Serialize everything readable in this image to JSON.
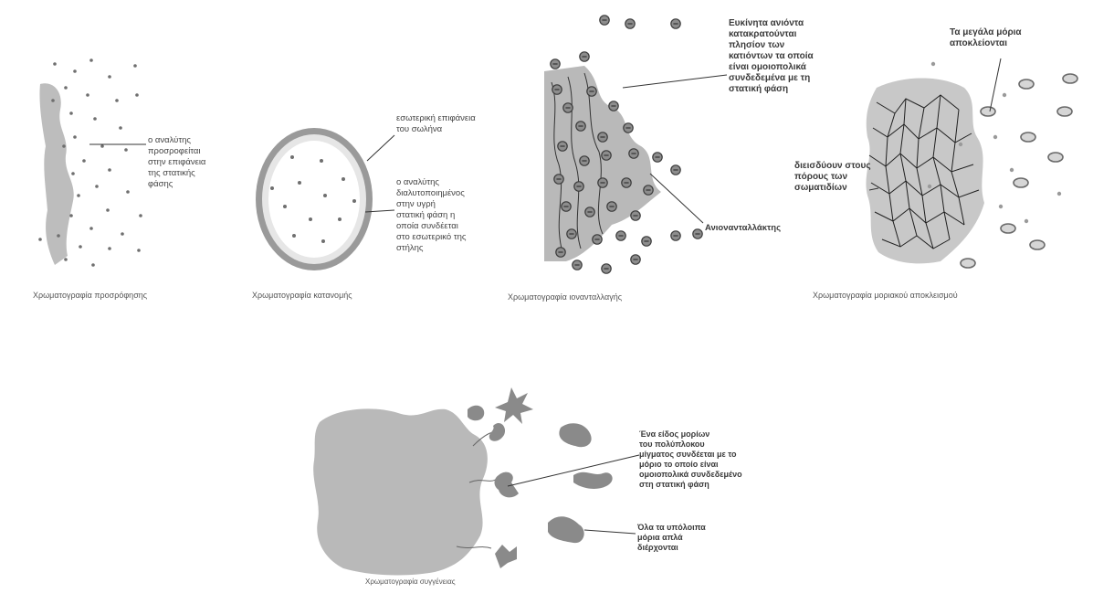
{
  "adsorption": {
    "label": "ο αναλύτης\nπροσροφείται\nστην επιφάνεια\nτης στατικής\nφάσης",
    "caption": "Χρωματογραφία προσρόφησης"
  },
  "partition": {
    "label_wall": "εσωτερική επιφάνεια\nτου σωλήνα",
    "label_analyte": "ο αναλύτης\nδιαλυτοποιημένος\nστην υγρή\nστατική φάση η\nοποία συνδέεται\nστο εσωτερικό της\nστήλης",
    "caption": "Χρωματογραφία κατανομής"
  },
  "ion_exchange": {
    "label_top": "Ευκίνητα ανιόντα\nκατακρατούνται\nπλησίον των\nκατιόντων τα οποία\nείναι ομοιοπολικά\nσυνδεδεμένα με τη\nστατική φάση",
    "label_resin": "Ανιονανταλλάκτης",
    "caption": "Χρωματογραφία ιονανταλλαγής"
  },
  "size_exclusion": {
    "label_large": "Τα μεγάλα μόρια\nαποκλείονται",
    "label_small": "διεισδύουν στους\nπόρους των\nσωματιδίων",
    "caption": "Χρωματογραφία μοριακού αποκλεισμού"
  },
  "affinity": {
    "label_bind": "Ένα είδος μορίων\nτου πολύπλοκου\nμίγματος συνδέεται με το\nμόριο το οποίο είναι\nομοιοπολικά συνδεδεμένο\nστη στατική φάση",
    "label_pass": "Όλα τα υπόλοιπα\nμόρια απλά\nδιέρχονται",
    "caption": "Χρωματογραφία συγγένειας"
  },
  "colors": {
    "phase": "#b8b8b8",
    "dot": "#777777",
    "line": "#333333"
  }
}
